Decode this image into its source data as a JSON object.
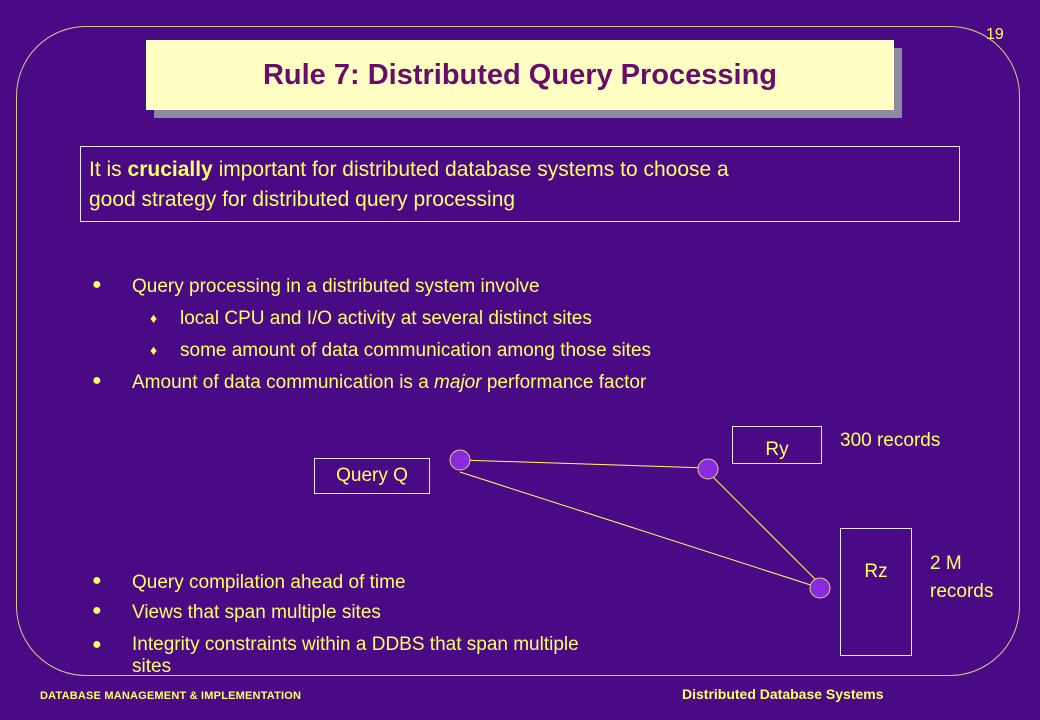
{
  "page_number": "19",
  "title": "Rule 7: Distributed Query Processing",
  "intro": {
    "line1_a": "It is ",
    "line1_bold": "crucially",
    "line1_b": " important for distributed database systems to choose a",
    "line2": "good strategy for distributed query processing"
  },
  "bullets_top": {
    "b1": "Query processing in a distributed system involve",
    "b1_sub1": "local CPU and I/O activity at several distinct sites",
    "b1_sub2": "some amount of data communication among those sites",
    "b2_a": "Amount of data communication is a ",
    "b2_italic": "major",
    "b2_b": " performance factor"
  },
  "diagram": {
    "query_label": "Query Q",
    "ry_label": "Ry",
    "ry_records": "300 records",
    "rz_label": "Rz",
    "rz_records_line1": "2 M",
    "rz_records_line2": "records",
    "node_color": "#8a2be2",
    "line_color": "#ffff66"
  },
  "bullets_bottom": {
    "b1": "Query compilation ahead of time",
    "b2": "Views that span multiple sites",
    "b3_line1": "Integrity constraints within a DDBS that span multiple",
    "b3_line2": "sites"
  },
  "footer": {
    "left": "DATABASE MANAGEMENT & IMPLEMENTATION",
    "right": "Distributed Database Systems"
  },
  "icons": {
    "bullet_main": "●",
    "bullet_sub": "♦"
  }
}
